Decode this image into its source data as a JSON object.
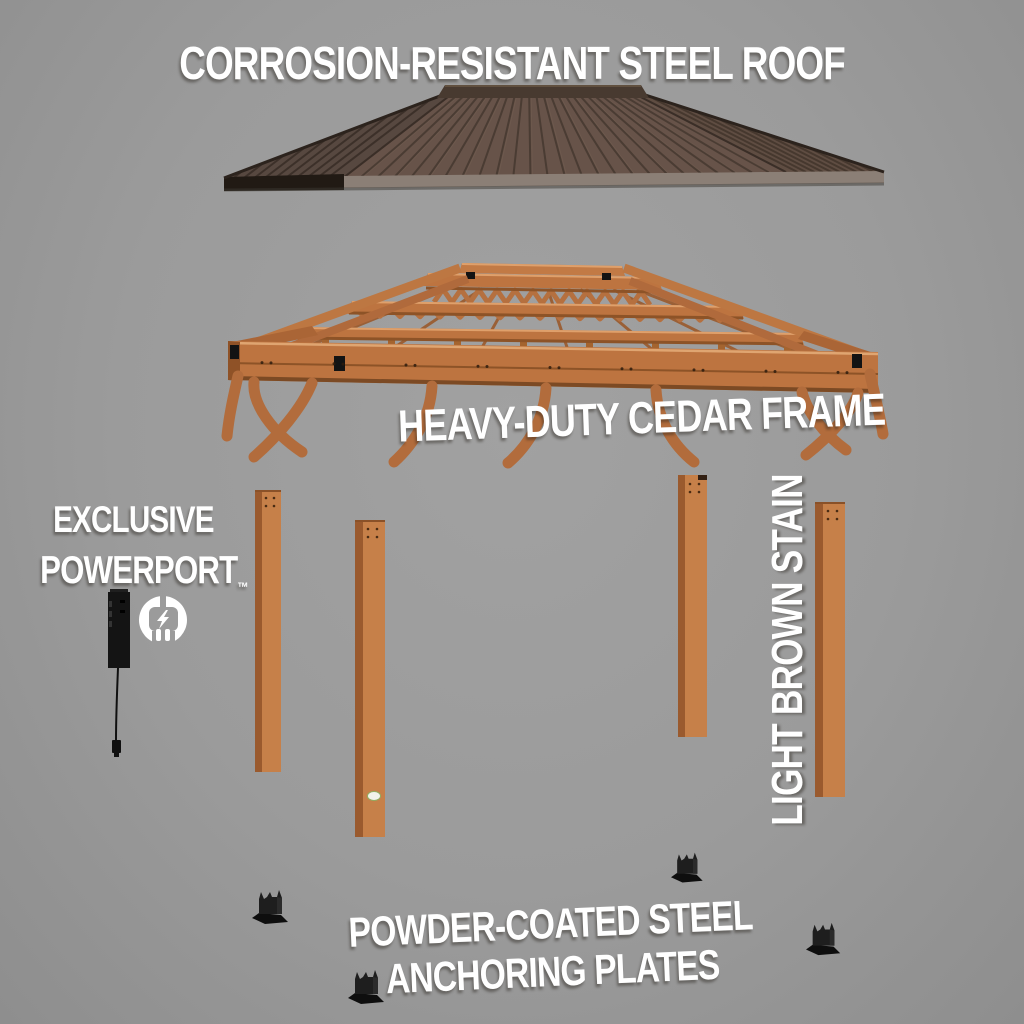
{
  "scene": {
    "background_color": "#9b9b9b",
    "text_color": "#ffffff",
    "title": "CORROSION-RESISTANT STEEL ROOF",
    "frame_label": "HEAVY-DUTY CEDAR FRAME",
    "powerport": {
      "line1": "EXCLUSIVE",
      "line2": "POWERPORT",
      "trademark": "™"
    },
    "stain_label": "LIGHT BROWN STAIN",
    "anchor_label": {
      "line1": "POWDER-COATED STEEL",
      "line2": "ANCHORING PLATES"
    },
    "parts": {
      "roof": {
        "name": "corrosion-resistant steel roof panel",
        "color": "#675349"
      },
      "frame": {
        "name": "heavy-duty cedar roof frame",
        "color": "#bd7440"
      },
      "posts": {
        "name": "light brown stained cedar posts",
        "count": 4,
        "color": "#c68049"
      },
      "anchor_plates": {
        "name": "powder-coated steel anchoring plates",
        "count": 4,
        "color": "#1e1e1e"
      },
      "powerport_device": {
        "name": "PowerPort power strip with cord",
        "color": "#141414"
      },
      "powerport_icon": {
        "name": "plug-lightning-icon",
        "color": "#ffffff"
      }
    }
  }
}
